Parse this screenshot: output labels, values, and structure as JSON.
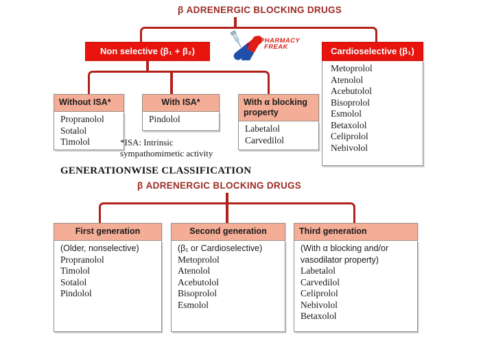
{
  "page": {
    "background": "#ffffff",
    "accent_red": "#e8140d",
    "line_red": "#b2201a",
    "salmon": "#f4ad96",
    "title_maroon": "#9a2b24"
  },
  "logo": {
    "name": "pharmacy-freak-logo",
    "line1": "PHARMACY",
    "line2": "FREAK"
  },
  "top_chart": {
    "title": "β ADRENERGIC BLOCKING DRUGS",
    "nodes": {
      "non_selective": {
        "header": "Non selective (β₁ + β₂)",
        "items": []
      },
      "cardioselective": {
        "header": "Cardioselective (β₁)",
        "items": [
          "Metoprolol",
          "Atenolol",
          "Acebutolol",
          "Bisoprolol",
          "Esmolol",
          "Betaxolol",
          "Celiprolol",
          "Nebivolol"
        ]
      },
      "without_isa": {
        "header": "Without ISA*",
        "items": [
          "Propranolol",
          "Sotalol",
          "Timolol"
        ]
      },
      "with_isa": {
        "header": "With ISA*",
        "items": [
          "Pindolol"
        ]
      },
      "with_alpha": {
        "header_line1": "With α blocking",
        "header_line2": "property",
        "items": [
          "Labetalol",
          "Carvedilol"
        ]
      }
    },
    "footnote_line1": "*ISA: Intrinsic",
    "footnote_line2": "sympathomimetic activity"
  },
  "section_heading": "GENERATIONWISE CLASSIFICATION",
  "bottom_chart": {
    "title": "β ADRENERGIC BLOCKING DRUGS",
    "nodes": {
      "first_generation": {
        "header": "First generation",
        "subtitle": "(Older, nonselective)",
        "items": [
          "Propranolol",
          "Timolol",
          "Sotalol",
          "Pindolol"
        ]
      },
      "second_generation": {
        "header": "Second generation",
        "subtitle": "(β₁ or Cardioselective)",
        "items": [
          "Metoprolol",
          "Atenolol",
          "Acebutolol",
          "Bisoprolol",
          "Esmolol"
        ]
      },
      "third_generation": {
        "header": "Third generation",
        "subtitle_line1": "(With α blocking and/or",
        "subtitle_line2": "vasodilator property)",
        "items": [
          "Labetalol",
          "Carvedilol",
          "Celiprolol",
          "Nebivolol",
          "Betaxolol"
        ]
      }
    }
  }
}
